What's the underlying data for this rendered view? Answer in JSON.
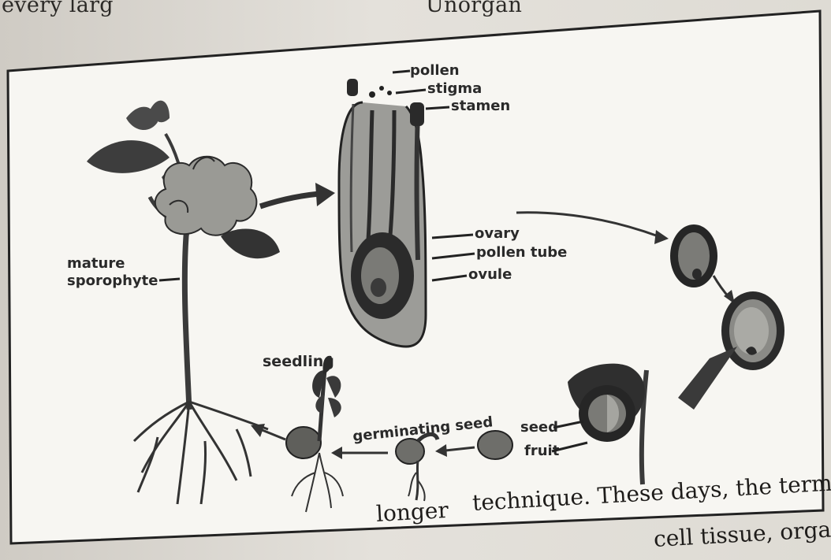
{
  "page_text": {
    "top_left": "every larg",
    "top_middle": "Unorgan",
    "bottom_left": "longer",
    "bottom_line1": "technique. These days, the term is",
    "bottom_line2": "cell tissue, organ or wh"
  },
  "diagram": {
    "labels": {
      "pollen": "pollen",
      "stigma": "stigma",
      "stamen": "stamen",
      "ovary": "ovary",
      "pollen_tube": "pollen tube",
      "ovule": "ovule",
      "mature": "mature",
      "sporophyte": "sporophyte",
      "seedling": "seedling",
      "germinating_seed": "germinating seed",
      "seed": "seed",
      "fruit": "fruit"
    }
  }
}
